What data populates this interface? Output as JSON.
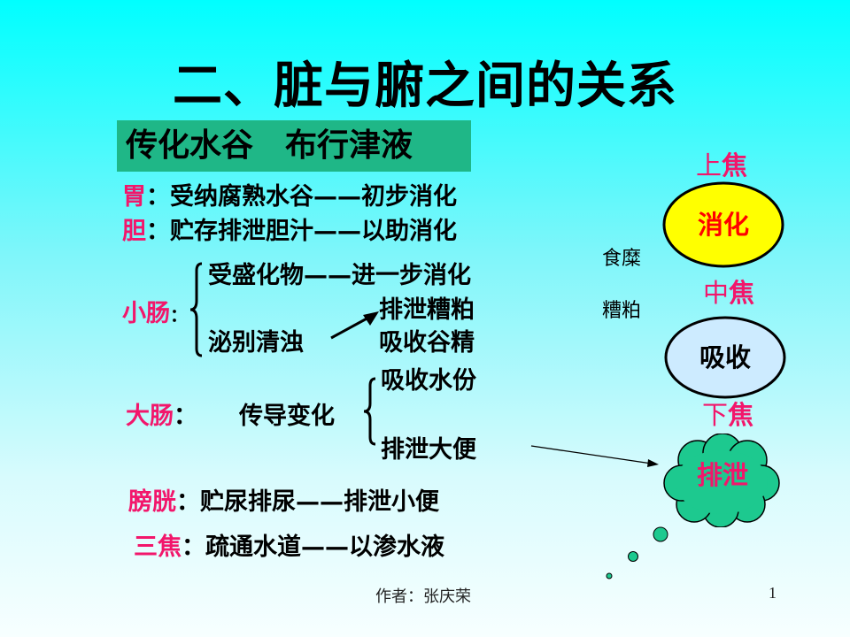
{
  "slide": {
    "title": "二、脏与腑之间的关系",
    "banner": "传化水谷　布行津液",
    "organs": {
      "wei": {
        "name": "胃",
        "sep": "：",
        "desc": "受纳腐熟水谷——初步消化"
      },
      "dan": {
        "name": "胆",
        "sep": "：",
        "desc": "贮存排泄胆汁——以助消化"
      },
      "xiaochang": {
        "name": "小肠",
        "sep": "：",
        "branch1": "受盛化物——进一步消化",
        "branch2": "泌别清浊",
        "result1": "排泄糟粕",
        "result2": "吸收谷精"
      },
      "dachang": {
        "name": "大肠",
        "sep": "：",
        "main": "传导变化",
        "result1": "吸收水份",
        "result2": "排泄大便"
      },
      "pangguang": {
        "name": "膀胱",
        "sep": "：",
        "desc": "贮尿排尿——排泄小便"
      },
      "sanjiao": {
        "name": "三焦",
        "sep": "：",
        "desc": "疏通水道——以渗水液"
      }
    },
    "diagram": {
      "shangjiao_prefix": "上",
      "shangjiao_suffix": "焦",
      "zhongjiao_prefix": "中",
      "zhongjiao_suffix": "焦",
      "xiajiao_prefix": "下",
      "xiajiao_suffix": "焦",
      "digest_label": "消化",
      "absorb_label": "吸收",
      "excrete_label": "排泄",
      "food_label": "食糜",
      "waste_label": "糟粕",
      "colors": {
        "digest_fill": "#FFFF00",
        "digest_text": "#FF0000",
        "absorb_fill": "#CDEBFF",
        "excrete_fill": "#1DC98F",
        "excrete_text": "#F2166B",
        "accent_pink": "#F2166B",
        "banner_green": "#1FB787"
      }
    },
    "footer": {
      "author": "作者：张庆荣",
      "page_number": "1"
    }
  }
}
